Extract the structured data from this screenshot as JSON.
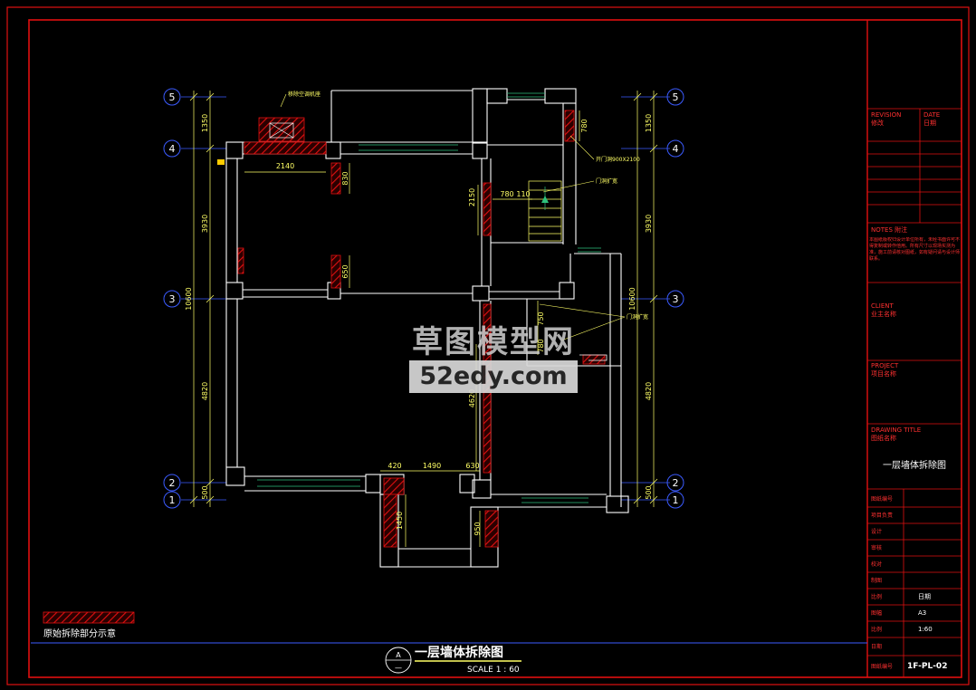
{
  "colors": {
    "frame": "#e01010",
    "wall": "#ffffff",
    "dim": "#ffff66",
    "axis": "#3b5bff",
    "window": "#2ec27e",
    "hatch": "#c41414",
    "text_red": "#ff3030"
  },
  "axes": {
    "a5": "5",
    "a4": "4",
    "a3": "3",
    "a2": "2",
    "a1": "1"
  },
  "dims": {
    "left_1350": "1350",
    "left_3930": "3930",
    "left_10600": "10600",
    "left_4820": "4820",
    "left_500": "500",
    "right_1350": "1350",
    "right_3930": "3930",
    "right_10600": "10600",
    "right_4820": "4820",
    "right_500": "500",
    "d2140": "2140",
    "d830": "830",
    "d650": "650",
    "d2150": "2150",
    "d780a": "780",
    "d110": "110",
    "d780b": "780",
    "d750": "750",
    "d780c": "780",
    "d4620": "4620",
    "d420": "420",
    "d1490": "1490",
    "d630": "630",
    "d1450": "1450",
    "d950": "950"
  },
  "notes": {
    "n1": "移除空调机座",
    "n2": "开门洞900X2100",
    "n3": "门洞扩宽",
    "n4": "门洞扩宽"
  },
  "legend": {
    "label": "原始拆除部分示意"
  },
  "title": {
    "bubble_top": "A",
    "bubble_bottom": "—",
    "name": "一层墙体拆除图",
    "scale": "SCALE 1 : 60"
  },
  "titleblock": {
    "revision": "REVISION",
    "revision_cn": "修改",
    "date": "DATE",
    "date_cn": "日期",
    "notes": "NOTES  附注",
    "notes_body": "本图纸版权归设计单位所有，未经书面许可不得复制或转作他用。所有尺寸以现场实测为准，施工前请核对图纸，如有疑问请与设计师联系。",
    "client": "CLIENT",
    "client_cn": "业主名称",
    "project": "PROJECT",
    "project_cn": "项目名称",
    "drawing_title": "DRAWING TITLE",
    "drawing_title_cn": "图纸名称",
    "drawing_name": "一层墙体拆除图",
    "rows": [
      "图纸编号",
      "项目负责",
      "设计",
      "审核",
      "校对",
      "制图",
      "比例",
      "图幅",
      "比例",
      "日期",
      "图纸编号"
    ],
    "value_date": "日期",
    "value_size": "A3",
    "value_scale": "1:60",
    "sheet_no": "1F-PL-02"
  },
  "watermark": {
    "cn": "草图模型网",
    "url": "52edy.com"
  }
}
